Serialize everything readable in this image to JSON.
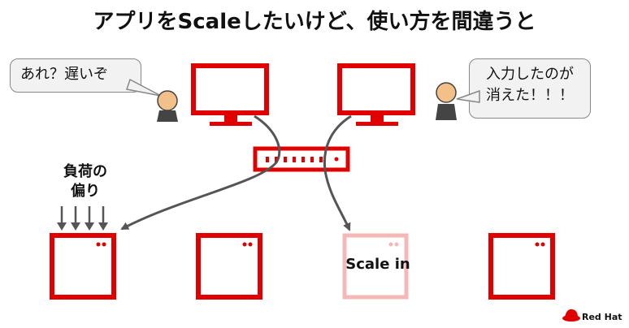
{
  "title": "アプリをScaleしたいけど、使い方を間違うと",
  "bubble_left": "あれ？遅いぞ",
  "bubble_right_line1": "入力したのが",
  "bubble_right_line2": "消えた！！！",
  "load_label_line1": "負荷の",
  "load_label_line2": "偏り",
  "scale_in_label": "Scale in",
  "brand": "Red Hat",
  "colors": {
    "accent_red": "#e00000",
    "faded_red": "#f5b8b8",
    "person_skin": "#f4c08a",
    "person_body": "#444444",
    "arrow_gray": "#555555"
  }
}
